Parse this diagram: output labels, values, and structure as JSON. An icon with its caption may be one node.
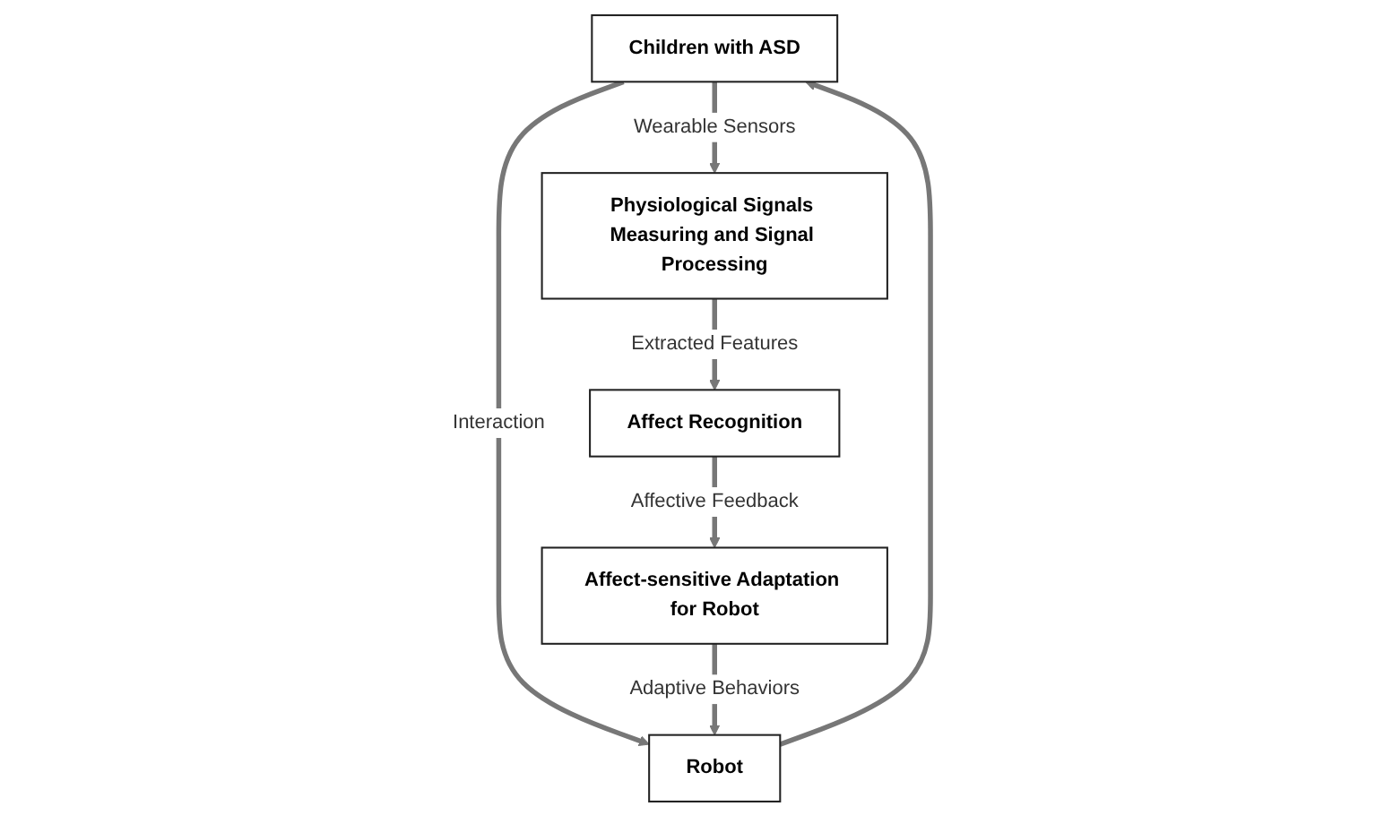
{
  "diagram": {
    "nodes": [
      {
        "text": [
          "Children with ASD"
        ]
      },
      {
        "text": [
          "Robot"
        ]
      },
      {
        "text": [
          "Physiological Signals Measuring and Signal Processing"
        ]
      },
      {
        "text": [
          "Affect Recognition"
        ]
      },
      {
        "text": [
          "Affect-sensitive Adaptation for Robot"
        ]
      }
    ],
    "edges": [
      {
        "from": 0,
        "to": 1,
        "arrow": "to",
        "label": "Interaction"
      },
      {
        "from": 1,
        "to": 0,
        "arrow": "to"
      },
      {
        "from": 0,
        "to": 2,
        "arrow": "to",
        "label": "Wearable Sensors"
      },
      {
        "from": 2,
        "to": 3,
        "arrow": "to",
        "label": "Extracted Features"
      },
      {
        "from": 3,
        "to": 4,
        "arrow": "to",
        "label": "Affective Feedback"
      },
      {
        "from": 4,
        "to": 1,
        "arrow": "to",
        "label": "Adaptive Behaviors"
      }
    ]
  }
}
